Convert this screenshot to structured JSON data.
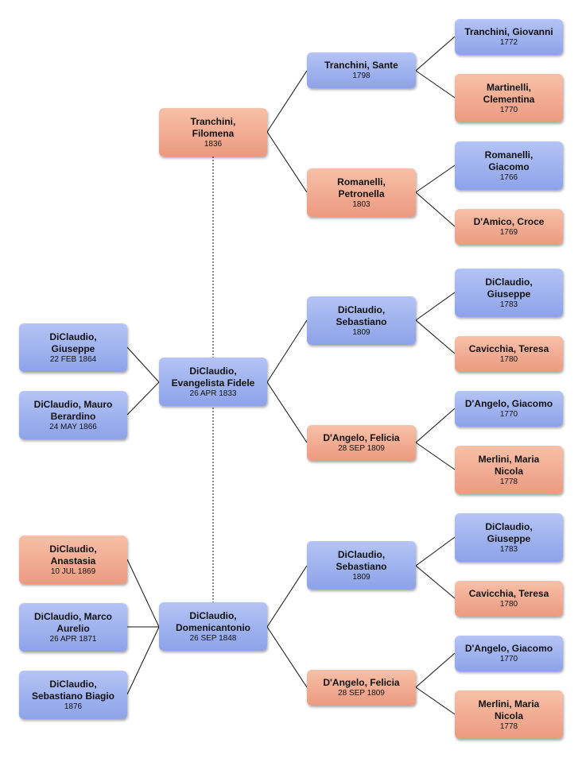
{
  "people": {
    "filomena": {
      "name": "Tranchini,\nFilomena",
      "date": "1836",
      "sex": "female"
    },
    "evangelista": {
      "name": "DiClaudio,\nEvangelista Fidele",
      "date": "26 APR 1833",
      "sex": "male"
    },
    "domenicantonio": {
      "name": "DiClaudio,\nDomenicantonio",
      "date": "26 SEP 1848",
      "sex": "male"
    },
    "sante": {
      "name": "Tranchini, Sante",
      "date": "1798",
      "sex": "male"
    },
    "petronella": {
      "name": "Romanelli,\nPetronella",
      "date": "1803",
      "sex": "female"
    },
    "sebastiano1": {
      "name": "DiClaudio,\nSebastiano",
      "date": "1809",
      "sex": "male"
    },
    "felicia1": {
      "name": "D'Angelo, Felicia",
      "date": "28 SEP 1809",
      "sex": "female"
    },
    "sebastiano2": {
      "name": "DiClaudio,\nSebastiano",
      "date": "1809",
      "sex": "male"
    },
    "felicia2": {
      "name": "D'Angelo, Felicia",
      "date": "28 SEP 1809",
      "sex": "female"
    },
    "giovanni": {
      "name": "Tranchini, Giovanni",
      "date": "1772",
      "sex": "male"
    },
    "clementina": {
      "name": "Martinelli,\nClementina",
      "date": "1770",
      "sex": "female"
    },
    "giacomo_r": {
      "name": "Romanelli,\nGiacomo",
      "date": "1766",
      "sex": "male"
    },
    "croce": {
      "name": "D'Amico, Croce",
      "date": "1769",
      "sex": "female"
    },
    "giuseppe_g1": {
      "name": "DiClaudio,\nGiuseppe",
      "date": "1783",
      "sex": "male"
    },
    "teresa1": {
      "name": "Cavicchia, Teresa",
      "date": "1780",
      "sex": "female"
    },
    "giacomo_d1": {
      "name": "D'Angelo, Giacomo",
      "date": "1770",
      "sex": "male"
    },
    "maria1": {
      "name": "Merlini, Maria\nNicola",
      "date": "1778",
      "sex": "female"
    },
    "giuseppe_g2": {
      "name": "DiClaudio,\nGiuseppe",
      "date": "1783",
      "sex": "male"
    },
    "teresa2": {
      "name": "Cavicchia, Teresa",
      "date": "1780",
      "sex": "female"
    },
    "giacomo_d2": {
      "name": "D'Angelo, Giacomo",
      "date": "1770",
      "sex": "male"
    },
    "maria2": {
      "name": "Merlini, Maria\nNicola",
      "date": "1778",
      "sex": "female"
    },
    "giuseppe_c": {
      "name": "DiClaudio,\nGiuseppe",
      "date": "22 FEB 1864",
      "sex": "male"
    },
    "mauro": {
      "name": "DiClaudio, Mauro\nBerardino",
      "date": "24 MAY 1866",
      "sex": "male"
    },
    "anastasia": {
      "name": "DiClaudio,\nAnastasia",
      "date": "10 JUL 1869",
      "sex": "female"
    },
    "marco": {
      "name": "DiClaudio, Marco\nAurelio",
      "date": "26 APR 1871",
      "sex": "male"
    },
    "biagio": {
      "name": "DiClaudio,\nSebastiano Biagio",
      "date": "1876",
      "sex": "male"
    }
  },
  "colors": {
    "male": "#9fb2ee",
    "female": "#f1ac92",
    "line": "#111111"
  }
}
